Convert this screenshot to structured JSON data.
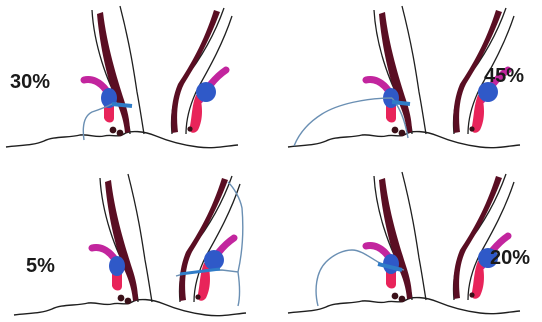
{
  "panels": [
    {
      "id": "top-left",
      "label": "30%"
    },
    {
      "id": "top-right",
      "label": "45%"
    },
    {
      "id": "bottom-left",
      "label": "5%"
    },
    {
      "id": "bottom-right",
      "label": "20%"
    }
  ],
  "colors": {
    "outline": "#1f1f1f",
    "muscle": "#5a0e23",
    "red_structure": "#e8245a",
    "blue_structure": "#2f59c8",
    "magenta_duct": "#c2259e",
    "track_line": "#6a8fb3",
    "dark_blob": "#3a1018"
  }
}
